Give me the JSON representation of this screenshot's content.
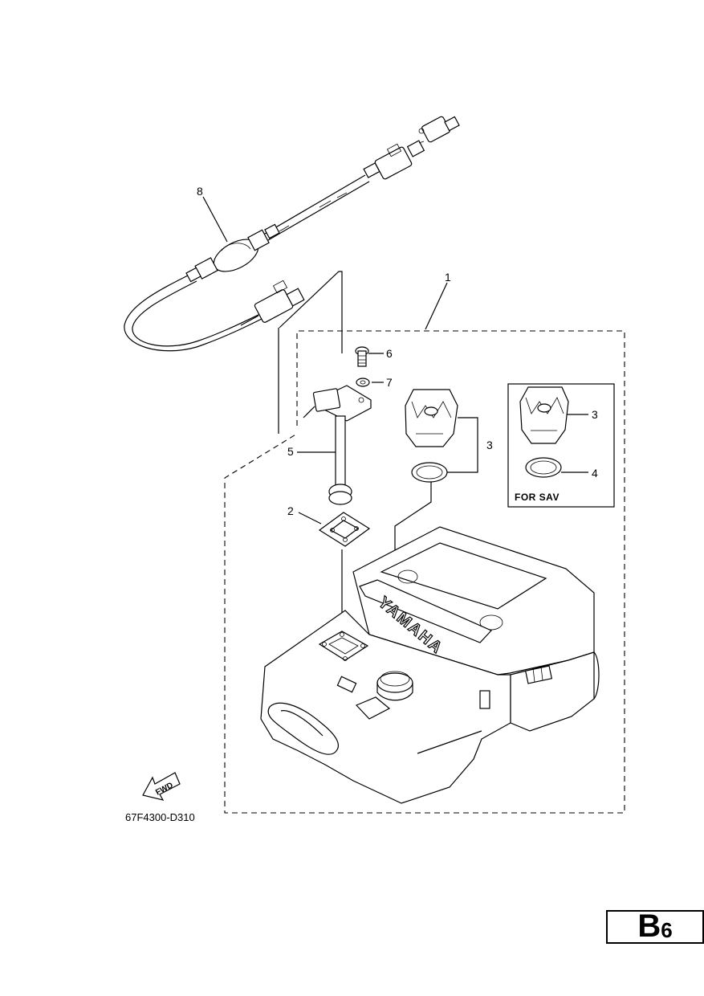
{
  "diagram": {
    "callouts": {
      "part_1": "1",
      "part_2": "2",
      "part_3_main": "3",
      "part_3_sav": "3",
      "part_4": "4",
      "part_5": "5",
      "part_6": "6",
      "part_7": "7",
      "part_8": "8"
    },
    "sav_label": "FOR SAV",
    "fwd_label": "FWD",
    "tank_brand": "YAMAHA",
    "drawing_number": "67F4300-D310"
  },
  "page_badge": {
    "letter": "B",
    "number": "6"
  }
}
